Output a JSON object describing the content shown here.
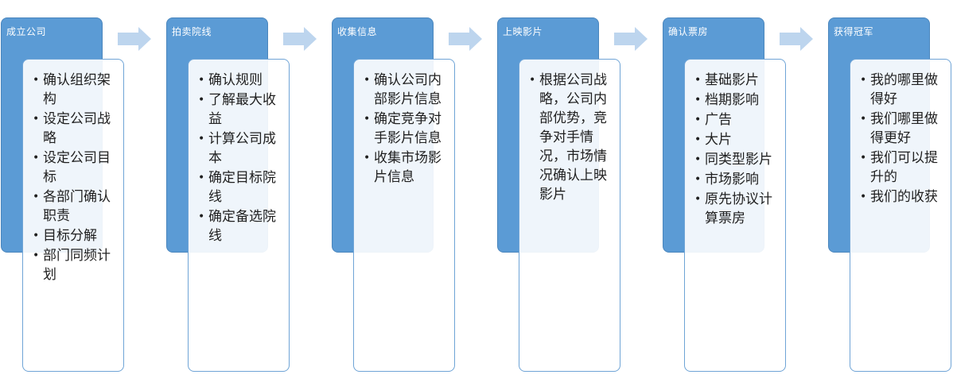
{
  "stages": [
    {
      "title": "成立公司",
      "items": [
        "确认组织架构",
        "设定公司战略",
        "设定公司目标",
        "各部门确认职责",
        "目标分解",
        "部门同频计划"
      ]
    },
    {
      "title": "拍卖院线",
      "items": [
        "确认规则",
        "了解最大收益",
        "计算公司成本",
        "确定目标院线",
        "确定备选院线"
      ]
    },
    {
      "title": "收集信息",
      "items": [
        "确认公司内部影片信息",
        "确定竞争对手影片信息",
        "收集市场影片信息"
      ]
    },
    {
      "title": "上映影片",
      "items": [
        "根据公司战略，公司内部优势，竞争对手情况，市场情况确认上映影片"
      ]
    },
    {
      "title": "确认票房",
      "items": [
        "基础影片",
        "档期影响",
        "广告",
        "大片",
        "同类型影片",
        "市场影响",
        "原先协议计算票房"
      ]
    },
    {
      "title": "获得冠军",
      "items": [
        "我的哪里做得好",
        "我们哪里做得更好",
        "我们可以提升的",
        "我们的收获"
      ]
    }
  ],
  "colors": {
    "header": "#5b9bd5",
    "arrow": "#bdd5ee",
    "card_border": "#6fa4d6"
  }
}
